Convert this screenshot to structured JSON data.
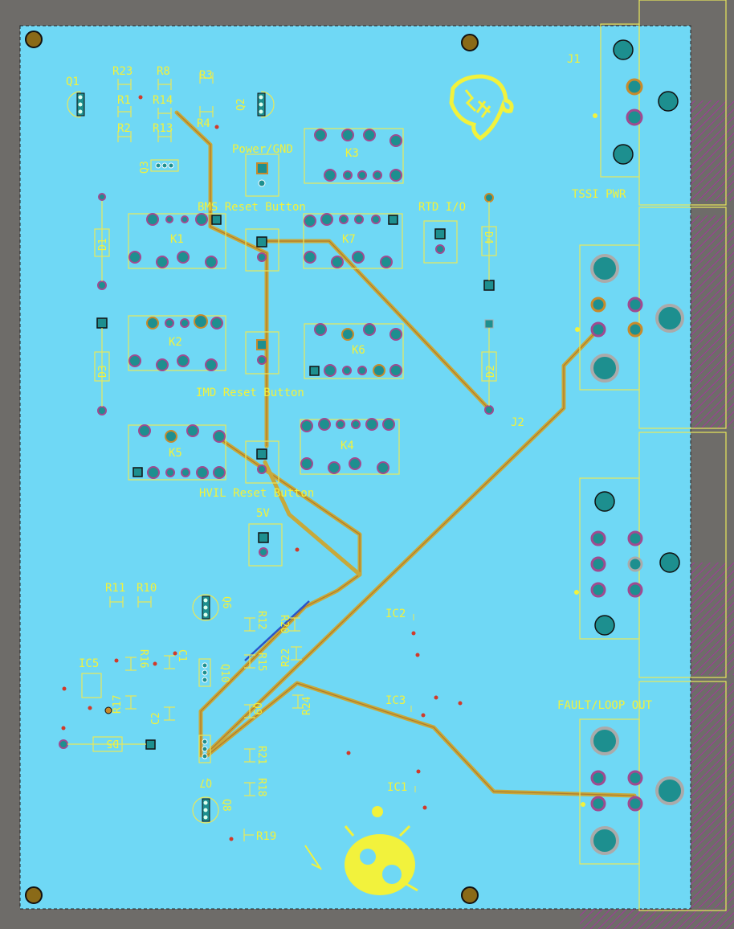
{
  "board": {
    "colors": {
      "board": "#6fd8f5",
      "background": "#6e6c69",
      "silk": "#f2f23c",
      "copper": "#c8a93a",
      "pad": "#1d8f8f",
      "hatch": "#b02aa8"
    }
  },
  "connectors": {
    "j1": "J1",
    "j2": "J2",
    "tssi_pwr": "TSSI PWR",
    "fault_loop_out": "FAULT/LOOP OUT",
    "power_gnd": "Power/GND",
    "bms_reset": "BMS Reset Button",
    "imd_reset": "IMD Reset Button",
    "hvil_reset": "HVIL Reset Button",
    "rtd_io": "RTD I/O",
    "five_v": "5V"
  },
  "relays": {
    "k1": "K1",
    "k2": "K2",
    "k3": "K3",
    "k4": "K4",
    "k5": "K5",
    "k6": "K6",
    "k7": "K7"
  },
  "ics": {
    "ic1": "IC1",
    "ic2": "IC2",
    "ic3": "IC3",
    "ic5": "IC5"
  },
  "diodes": {
    "d1": "D1",
    "d2": "D2",
    "d3": "D3",
    "d4": "D4",
    "d5": "D5"
  },
  "transistors": {
    "q1": "Q1",
    "q2": "Q2",
    "q3": "Q3",
    "q6": "Q6",
    "q7": "Q7",
    "q8": "Q8",
    "q9": "Q9",
    "q10": "Q10"
  },
  "resistors": {
    "r1": "R1",
    "r2": "R2",
    "r3": "R3",
    "r4": "R4",
    "r8": "R8",
    "r10": "R10",
    "r11": "R11",
    "r12": "R12",
    "r13": "R13",
    "r14": "R14",
    "r15": "R15",
    "r16": "R16",
    "r17": "R17",
    "r18": "R18",
    "r19": "R19",
    "r20": "R20",
    "r21": "R21",
    "r22": "R22",
    "r23": "R23",
    "r24": "R24"
  },
  "caps": {
    "c1": "C1",
    "c2": "C2"
  }
}
